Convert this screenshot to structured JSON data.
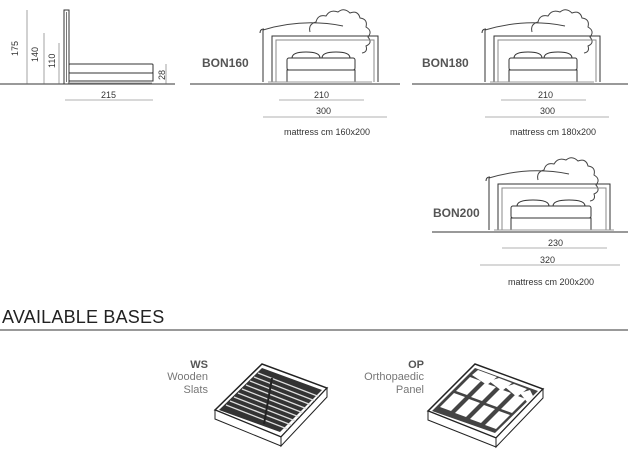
{
  "side_view": {
    "heights": {
      "h175": "175",
      "h140": "140",
      "h110": "110",
      "h28": "28"
    },
    "length": "215"
  },
  "variants": [
    {
      "model": "BON160",
      "inner_width": "210",
      "outer_width": "300",
      "mattress": "mattress cm 160x200"
    },
    {
      "model": "BON180",
      "inner_width": "210",
      "outer_width": "300",
      "mattress": "mattress cm 180x200"
    },
    {
      "model": "BON200",
      "inner_width": "230",
      "outer_width": "320",
      "mattress": "mattress cm 200x200"
    }
  ],
  "available_bases": {
    "title": "AVAILABLE BASES",
    "items": [
      {
        "code": "WS",
        "line1": "Wooden",
        "line2": "Slats"
      },
      {
        "code": "OP",
        "line1": "Orthopaedic",
        "line2": "Panel"
      }
    ]
  }
}
